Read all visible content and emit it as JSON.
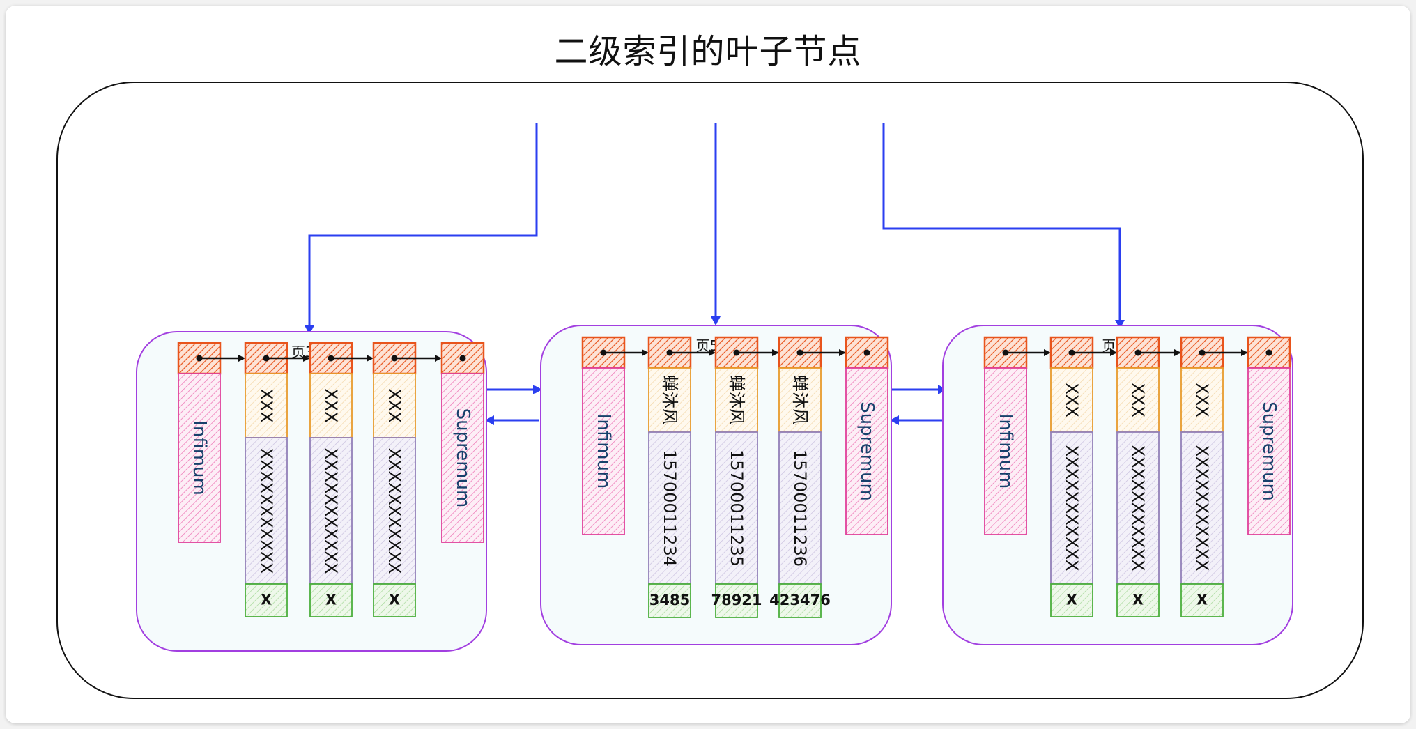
{
  "title": "二级索引的叶子节点",
  "colors": {
    "page_border": "#a23fe0",
    "page_fill": "#f5fbfc",
    "pointer_box": "#e8541c",
    "infimum_box": "#e0409a",
    "key_box": "#e89b2c",
    "value_box": "#9280b8",
    "pk_box": "#4caf3d",
    "blue_arrow": "#2b3ff0",
    "label_blue": "#17406b"
  },
  "pages": [
    {
      "label": "页321",
      "infimum": "Infimum",
      "supremum": "Supremum",
      "records": [
        {
          "key": "XXX",
          "value": "XXXXXXXXXXX",
          "pk": "X"
        },
        {
          "key": "XXX",
          "value": "XXXXXXXXXXX",
          "pk": "X"
        },
        {
          "key": "XXX",
          "value": "XXXXXXXXXXX",
          "pk": "X"
        }
      ]
    },
    {
      "label": "页512",
      "infimum": "Infimum",
      "supremum": "Supremum",
      "records": [
        {
          "key": "蝉沐风",
          "value": "15700011234",
          "pk": "3485"
        },
        {
          "key": "蝉沐风",
          "value": "15700011235",
          "pk": "78921"
        },
        {
          "key": "蝉沐风",
          "value": "15700011236",
          "pk": "423476"
        }
      ]
    },
    {
      "label": "页81",
      "infimum": "Infimum",
      "supremum": "Supremum",
      "records": [
        {
          "key": "XXX",
          "value": "XXXXXXXXXXX",
          "pk": "X"
        },
        {
          "key": "XXX",
          "value": "XXXXXXXXXXX",
          "pk": "X"
        },
        {
          "key": "XXX",
          "value": "XXXXXXXXXXX",
          "pk": "X"
        }
      ]
    }
  ]
}
